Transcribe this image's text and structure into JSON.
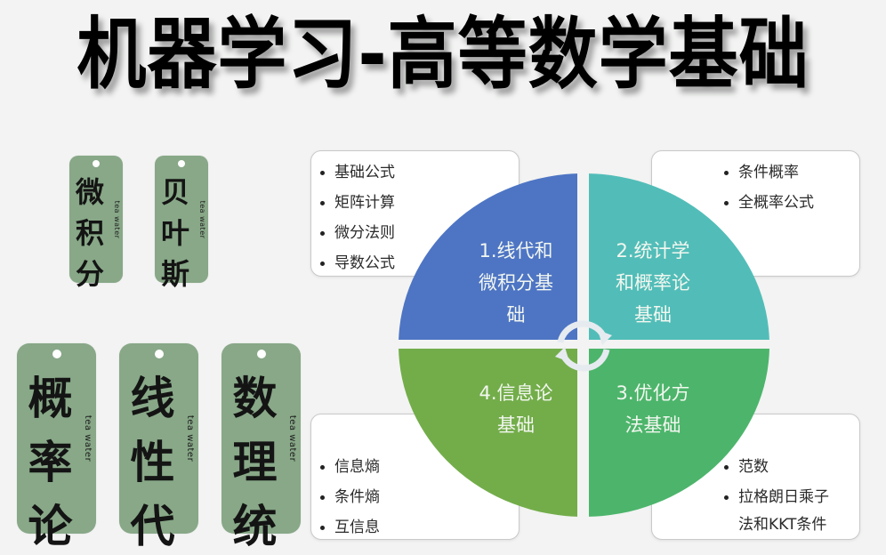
{
  "title": "机器学习-高等数学基础",
  "tags": [
    {
      "chars": [
        "微",
        "积",
        "分"
      ],
      "watermark": "tea water"
    },
    {
      "chars": [
        "贝",
        "叶",
        "斯"
      ],
      "watermark": "tea water"
    },
    {
      "chars": [
        "概",
        "率",
        "论"
      ],
      "watermark": "tea water"
    },
    {
      "chars": [
        "线",
        "性",
        "代"
      ],
      "watermark": "tea water"
    },
    {
      "chars": [
        "数",
        "理",
        "统"
      ],
      "watermark": "tea water"
    }
  ],
  "diagram": {
    "quadrants": [
      {
        "lines": [
          "1.线代和",
          "微积分基",
          "础"
        ],
        "color": "#4e75c4"
      },
      {
        "lines": [
          "2.统计学",
          "和概率论",
          "基础"
        ],
        "color": "#52bdb8"
      },
      {
        "lines": [
          "3.优化方",
          "法基础"
        ],
        "color": "#4cb56b"
      },
      {
        "lines": [
          "4.信息论",
          "基础"
        ],
        "color": "#73ad4a"
      }
    ],
    "boxes": {
      "top_left": [
        "基础公式",
        "矩阵计算",
        "微分法则",
        "导数公式"
      ],
      "top_right": [
        "条件概率",
        "全概率公式"
      ],
      "bottom_left": [
        "信息熵",
        "条件熵",
        "互信息"
      ],
      "bottom_right": [
        "范数",
        "拉格朗日乘子",
        "法和KKT条件"
      ]
    },
    "center_icon": "cycle-arrows-icon"
  }
}
